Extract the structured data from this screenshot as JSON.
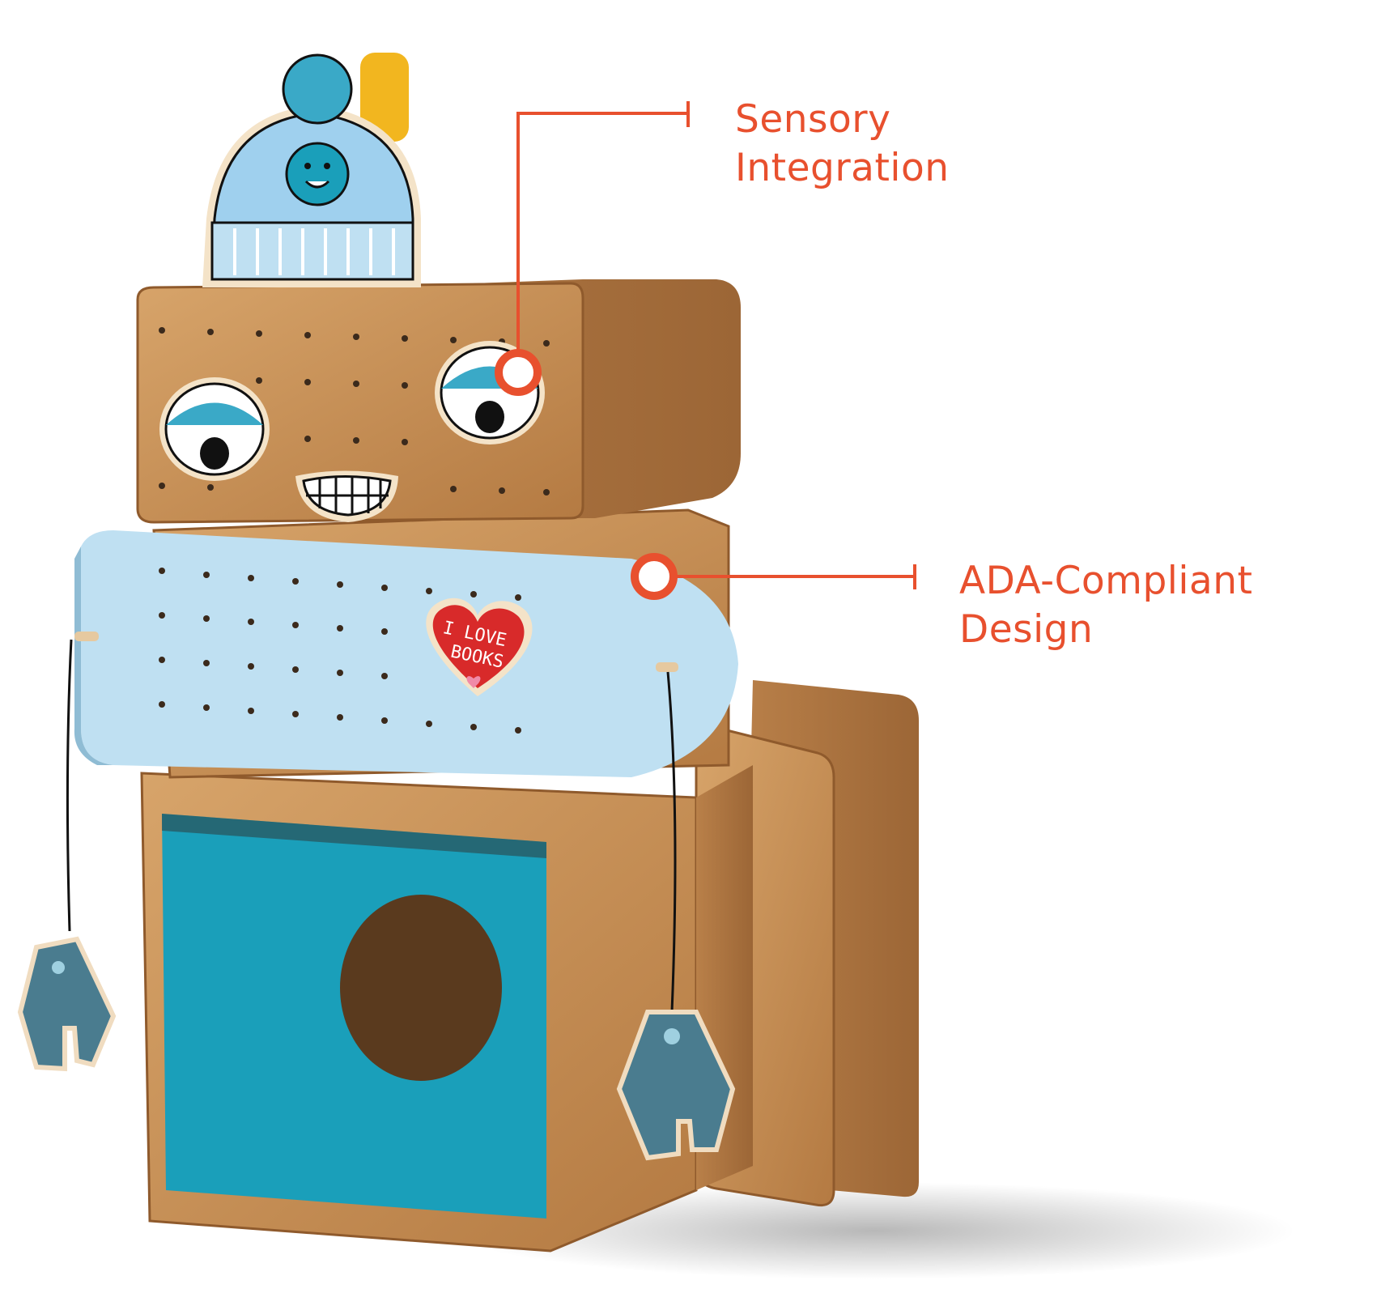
{
  "callouts": [
    {
      "line1": "Sensory",
      "line2": "Integration"
    },
    {
      "line1": "ADA-Compliant",
      "line2": "Design"
    }
  ],
  "badge": {
    "line1": "I LOVE",
    "line2": "BOOKS"
  },
  "colors": {
    "accent": "#e8502e",
    "wood": "#c58e55",
    "light_blue": "#bfe0f2",
    "teal": "#1a9fba",
    "heart_red": "#d82a2a"
  }
}
